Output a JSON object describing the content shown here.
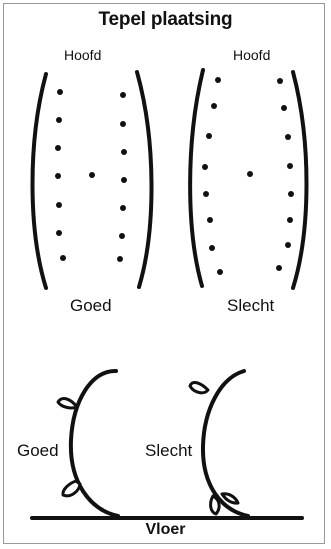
{
  "title": "Tepel plaatsing",
  "top_diagrams": {
    "left": {
      "head_label": "Hoofd",
      "verdict": "Goed"
    },
    "right": {
      "head_label": "Hoofd",
      "verdict": "Slecht"
    }
  },
  "side_diagrams": {
    "left": {
      "verdict": "Goed"
    },
    "right": {
      "verdict": "Slecht"
    }
  },
  "floor_label": "Vloer",
  "colors": {
    "ink": "#111111",
    "background": "#ffffff",
    "border": "#9a9a9a"
  }
}
